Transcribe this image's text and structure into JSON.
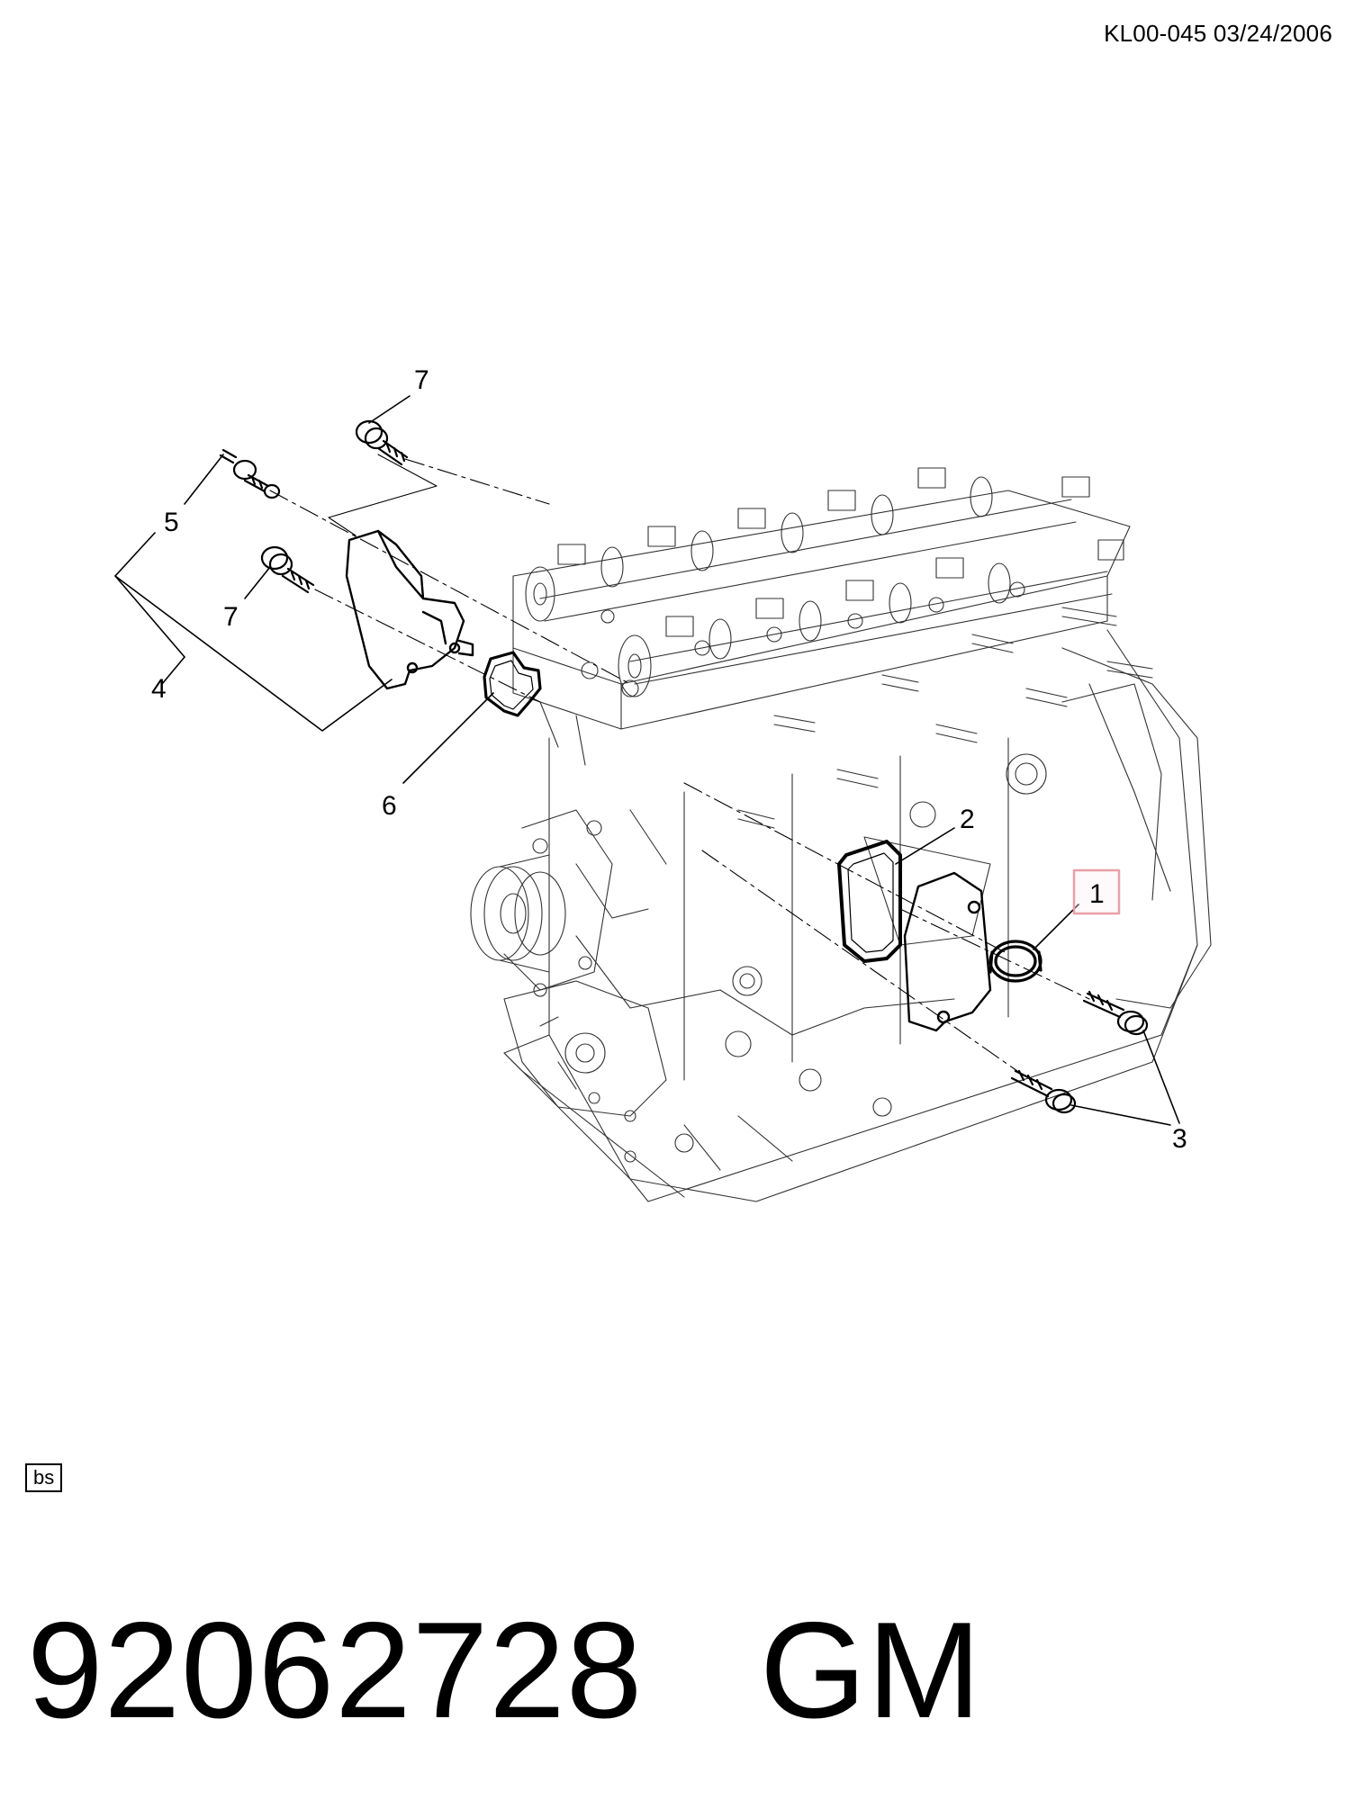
{
  "header": {
    "code_date": "KL00-045  03/24/2006"
  },
  "callouts": {
    "c1": "1",
    "c2": "2",
    "c3": "3",
    "c4": "4",
    "c5": "5",
    "c6": "6",
    "c7a": "7",
    "c7b": "7"
  },
  "highlight_color": "#e8a0a8",
  "bs_label": "bs",
  "part": {
    "number": "92062728",
    "brand": "GM"
  }
}
